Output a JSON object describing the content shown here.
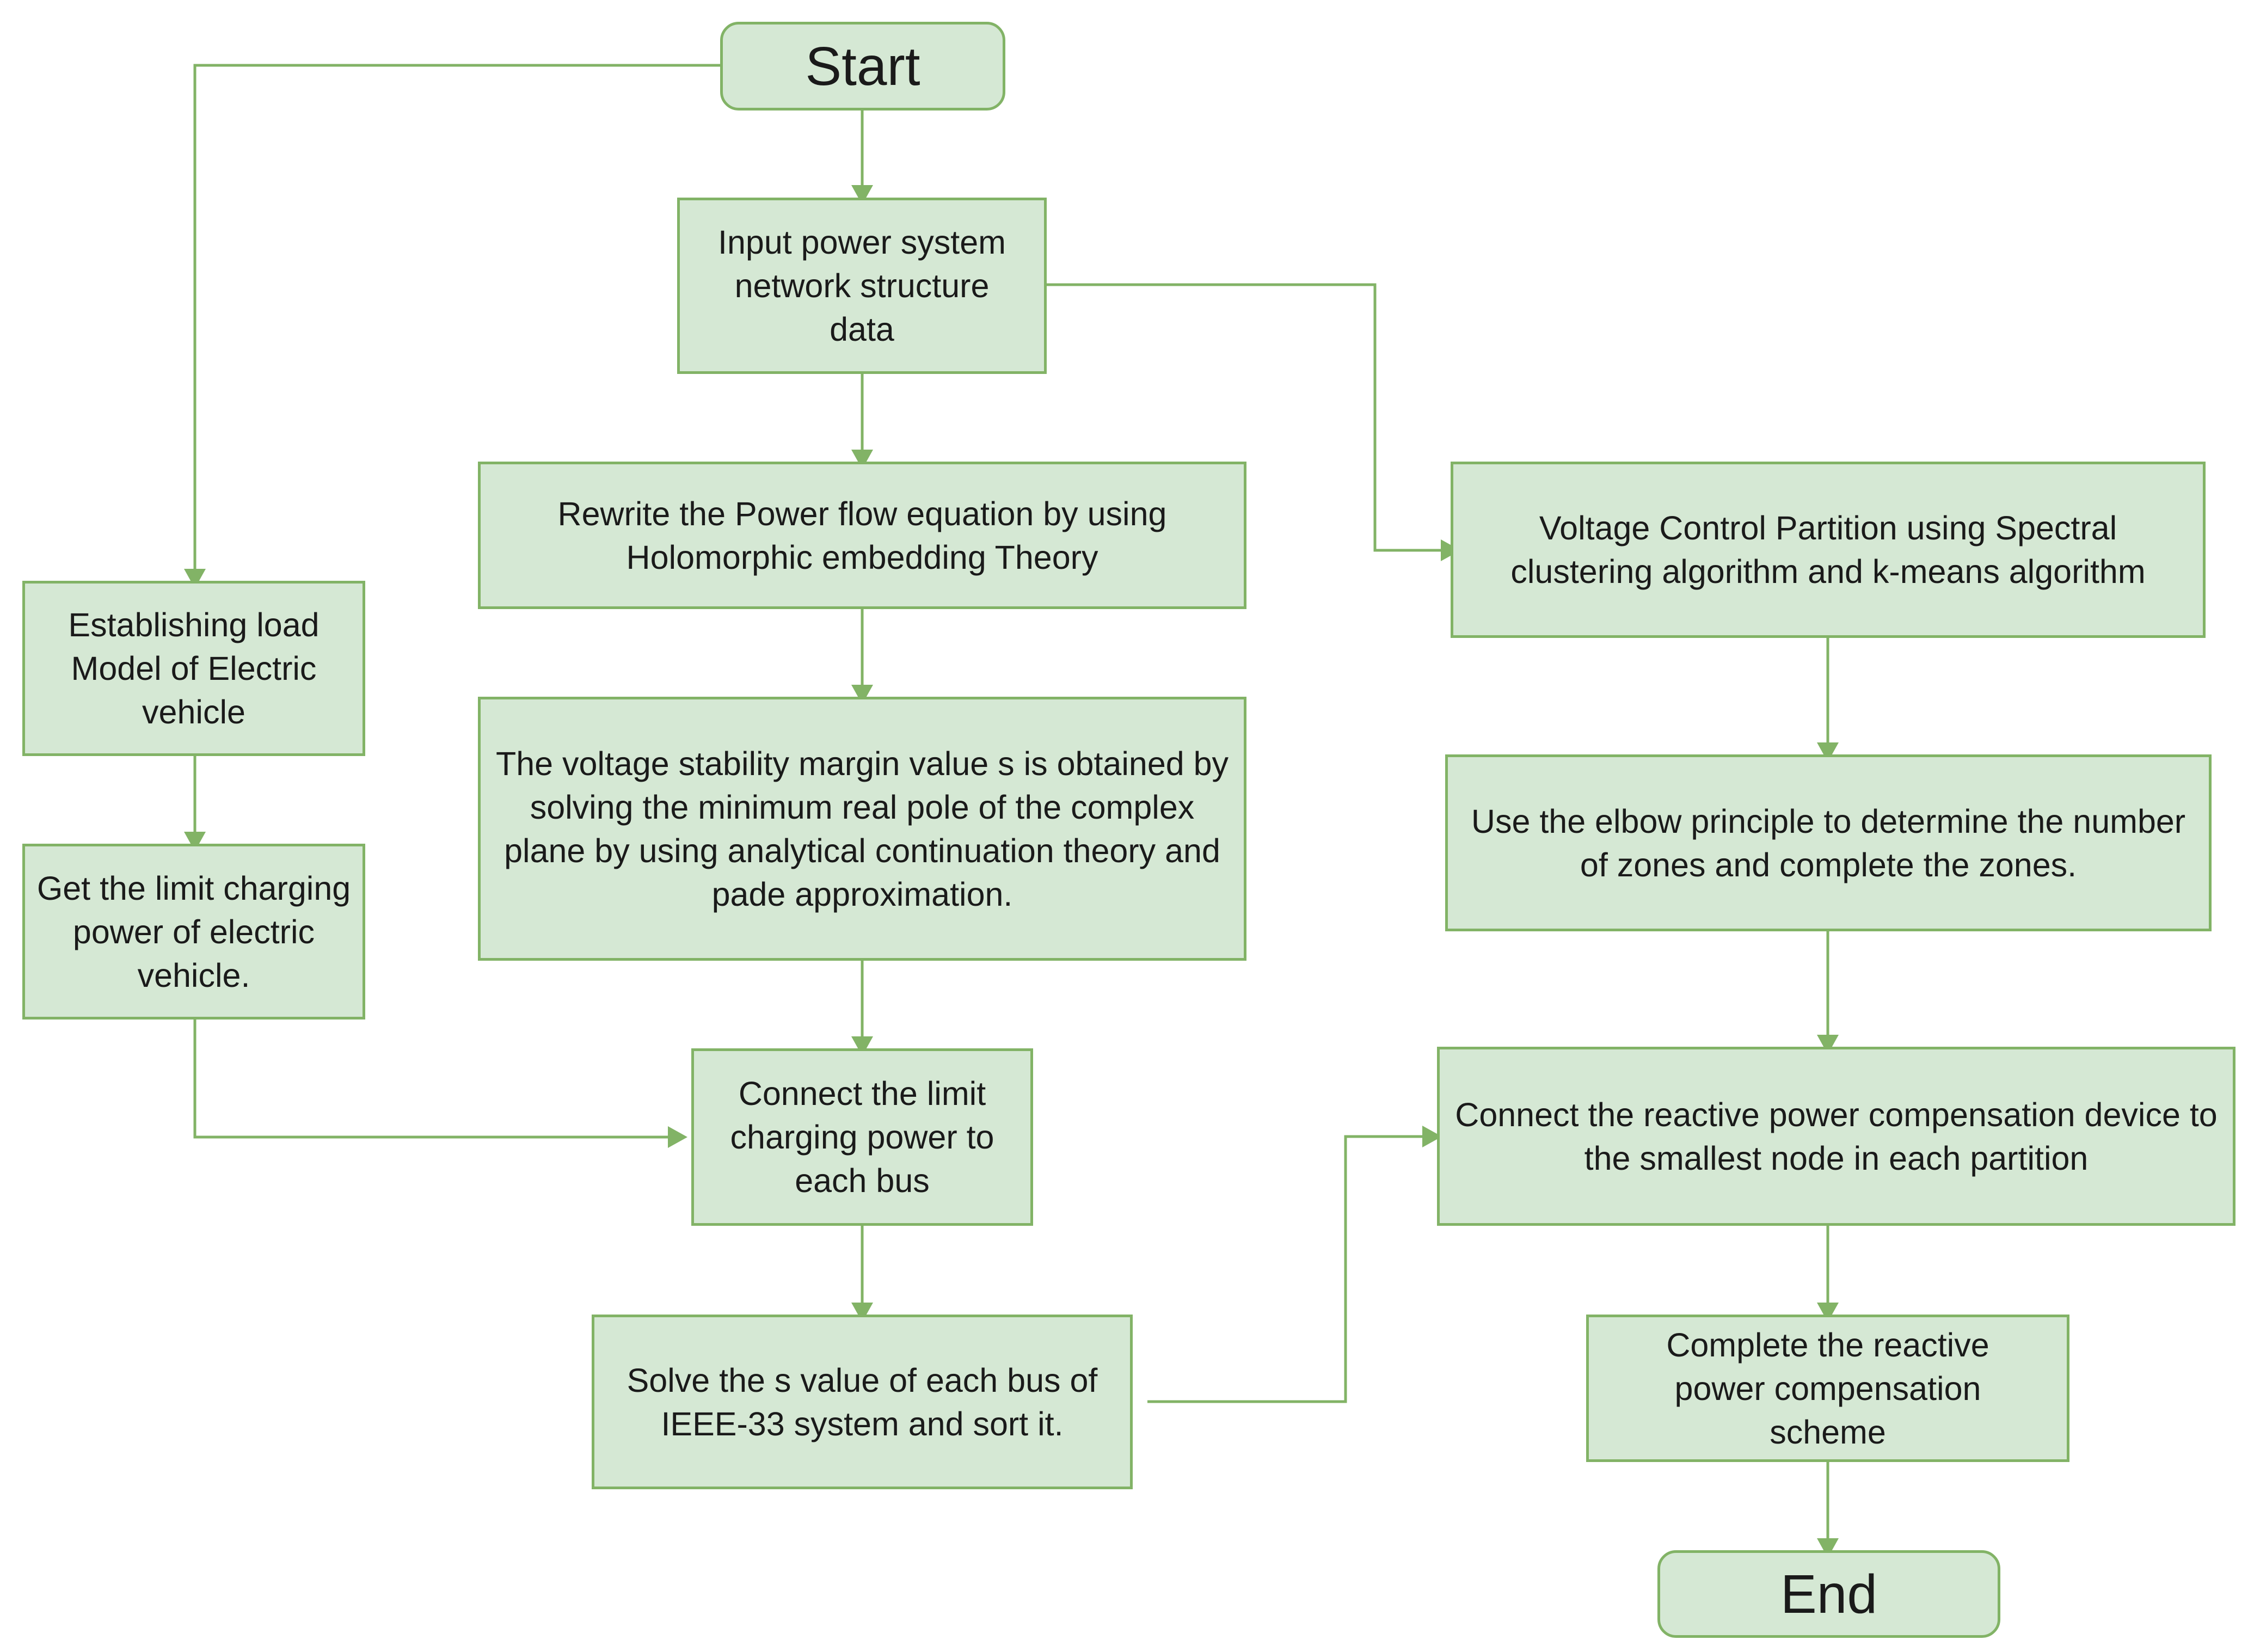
{
  "diagram": {
    "colors": {
      "fill": "#d5e8d4",
      "stroke": "#82b366",
      "text": "#1a1a1a"
    },
    "nodes": {
      "start": "Start",
      "input_data": "Input power system network structure data",
      "rewrite_flow": "Rewrite the Power flow equation by using Holomorphic embedding Theory",
      "voltage_margin": "The voltage stability margin value s is obtained by solving the minimum real pole of the complex plane by using analytical continuation theory and pade approximation.",
      "connect_limit": "Connect the limit charging power to each bus",
      "solve_s": "Solve the s value of each bus of IEEE-33 system and sort it.",
      "ev_load_model": "Establishing load Model of Electric vehicle",
      "ev_limit_power": "Get the limit charging power of electric vehicle.",
      "partition": "Voltage Control Partition using Spectral clustering algorithm and k-means algorithm",
      "elbow": "Use the elbow principle to determine the number of zones and complete the zones.",
      "connect_compensation": "Connect the reactive power compensation device to the smallest node in each partition",
      "complete_scheme": "Complete the reactive power compensation scheme",
      "end": "End"
    }
  }
}
